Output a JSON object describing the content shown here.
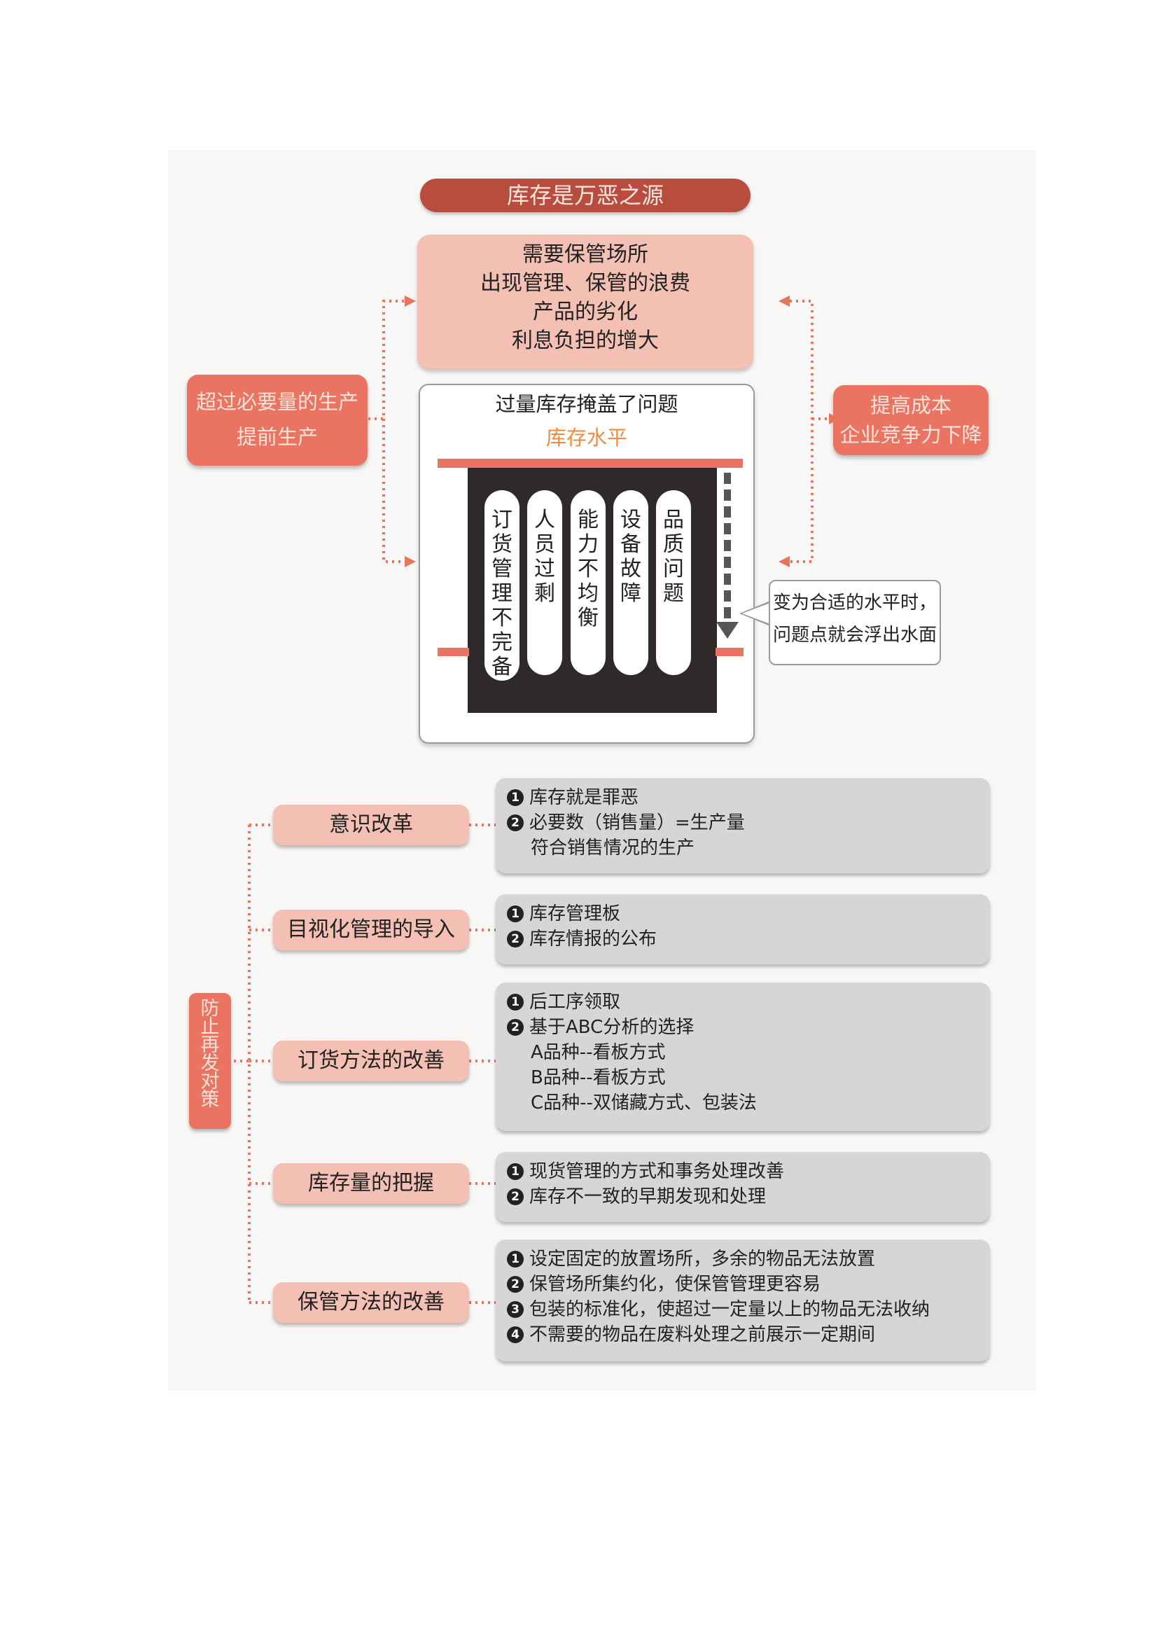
{
  "title": "库存是万恶之源",
  "effects": [
    "需要保管场所",
    "出现管理、保管的浪费",
    "产品的劣化",
    "利息负担的增大"
  ],
  "cause": [
    "超过必要量的生产",
    "提前生产"
  ],
  "result": [
    "提高成本",
    "企业竞争力下降"
  ],
  "hidden": {
    "title": "过量库存掩盖了问题",
    "level_label": "库存水平",
    "problems": [
      "订货管理不完备",
      "人员过剩",
      "能力不均衡",
      "设备故障",
      "品质问题"
    ],
    "callout": [
      "变为合适的水平时，",
      "问题点就会浮出水面"
    ]
  },
  "countermeasures": {
    "label": "防止再发对策",
    "items": [
      {
        "name": "意识改革",
        "lines": [
          {
            "num": "1",
            "text": "库存就是罪恶"
          },
          {
            "num": "2",
            "text": "必要数（销售量）=生产量"
          },
          {
            "num": "",
            "text": "符合销售情况的生产"
          }
        ]
      },
      {
        "name": "目视化管理的导入",
        "lines": [
          {
            "num": "1",
            "text": "库存管理板"
          },
          {
            "num": "2",
            "text": "库存情报的公布"
          }
        ]
      },
      {
        "name": "订货方法的改善",
        "lines": [
          {
            "num": "1",
            "text": "后工序领取"
          },
          {
            "num": "2",
            "text": "基于ABC分析的选择"
          },
          {
            "num": "",
            "text": "A品种--看板方式"
          },
          {
            "num": "",
            "text": "B品种--看板方式"
          },
          {
            "num": "",
            "text": "C品种--双储藏方式、包装法"
          }
        ]
      },
      {
        "name": "库存量的把握",
        "lines": [
          {
            "num": "1",
            "text": "现货管理的方式和事务处理改善"
          },
          {
            "num": "2",
            "text": "库存不一致的早期发现和处理"
          }
        ]
      },
      {
        "name": "保管方法的改善",
        "lines": [
          {
            "num": "1",
            "text": "设定固定的放置场所，多余的物品无法放置"
          },
          {
            "num": "2",
            "text": "保管场所集约化，使保管管理更容易"
          },
          {
            "num": "3",
            "text": "包装的标准化，使超过一定量以上的物品无法收纳"
          },
          {
            "num": "4",
            "text": "不需要的物品在废料处理之前展示一定期间"
          }
        ]
      }
    ]
  },
  "colors": {
    "accent": "#ea7461",
    "dark_accent": "#b94d3d",
    "light": "#f4c0b4",
    "detail_gray": "#d6d6d6",
    "level": "#f08a3c"
  }
}
